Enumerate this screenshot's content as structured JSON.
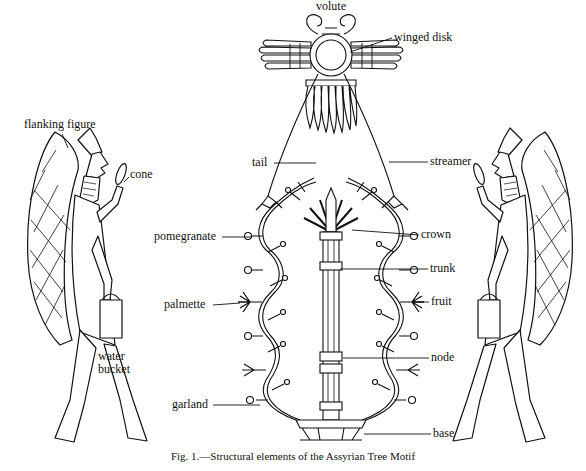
{
  "diagram": {
    "caption": "Fig. 1.—Structural elements of the Assyrian Tree Motif",
    "labels": [
      "volute",
      "winged disk",
      "flanking figure",
      "tail",
      "streamer",
      "cone",
      "pomegranate",
      "crown",
      "trunk",
      "palmette",
      "fruit",
      "node",
      "water bucket",
      "garland",
      "base"
    ]
  }
}
